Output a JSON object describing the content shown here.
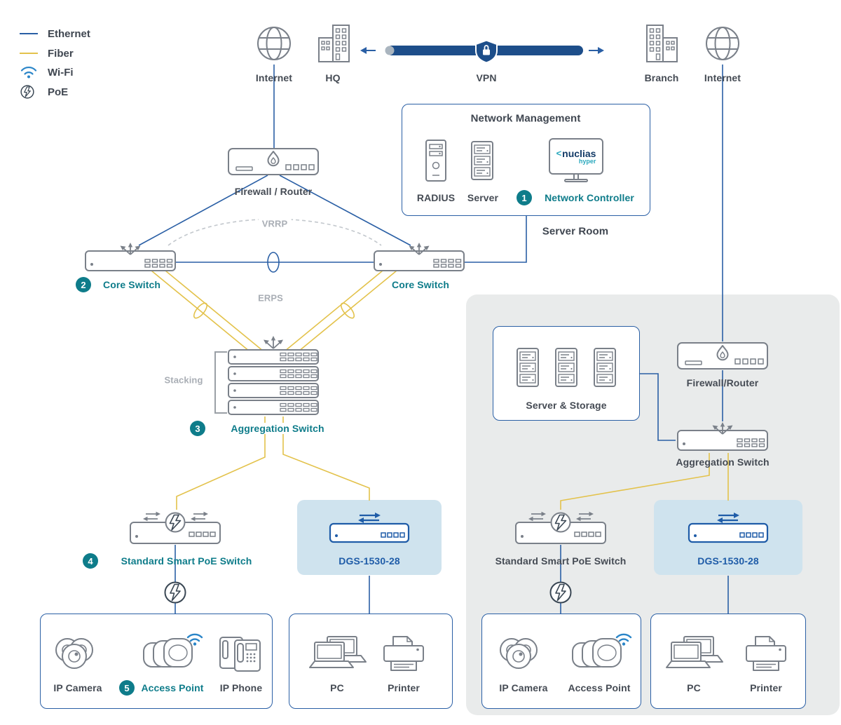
{
  "colors": {
    "ethernet": "#2a5fa5",
    "fiber": "#e3c24b",
    "teal_accent": "#0e7c8a",
    "vpn_navy": "#1d4e8a",
    "dgs_blue": "#1f5ca8",
    "device_gray": "#7a8089",
    "panel_gray": "#e9ebeb",
    "dgs_highlight": "#cfe3ee",
    "wifi_blue": "#2a85c8"
  },
  "icons": {
    "internet": "globe-icon",
    "vpn": "shield-lock-icon",
    "firewall": "flame-icon",
    "switch_uplink": "branching-arrows-icon",
    "poe": "lightning-circle-icon",
    "wifi": "wifi-waves-icon"
  },
  "legend": {
    "ethernet": "Ethernet",
    "fiber": "Fiber",
    "wifi": "Wi-Fi",
    "poe": "PoE"
  },
  "top": {
    "internet_left": "Internet",
    "hq": "HQ",
    "vpn": "VPN",
    "branch": "Branch",
    "internet_right": "Internet"
  },
  "management": {
    "title": "Network Management",
    "radius": "RADIUS",
    "server": "Server",
    "controller_num": "1",
    "controller": "Network Controller",
    "logo_mark": "<",
    "logo_name": "nuclias",
    "logo_sub": "hyper",
    "server_room": "Server Room"
  },
  "hq": {
    "firewall": "Firewall / Router",
    "vrrp": "VRRP",
    "core_num": "2",
    "core_left": "Core Switch",
    "core_right": "Core Switch",
    "erps": "ERPS",
    "stacking": "Stacking",
    "agg_num": "3",
    "aggregation": "Aggregation Switch",
    "poe_num": "4",
    "poe_switch": "Standard Smart PoE Switch",
    "dgs": "DGS-1530-28",
    "ip_camera": "IP Camera",
    "ap_num": "5",
    "access_point": "Access Point",
    "ip_phone": "IP Phone",
    "pc": "PC",
    "printer": "Printer"
  },
  "branch": {
    "firewall": "Firewall/Router",
    "server_storage": "Server & Storage",
    "aggregation": "Aggregation Switch",
    "poe_switch": "Standard Smart PoE Switch",
    "dgs": "DGS-1530-28",
    "ip_camera": "IP Camera",
    "access_point": "Access Point",
    "pc": "PC",
    "printer": "Printer"
  }
}
